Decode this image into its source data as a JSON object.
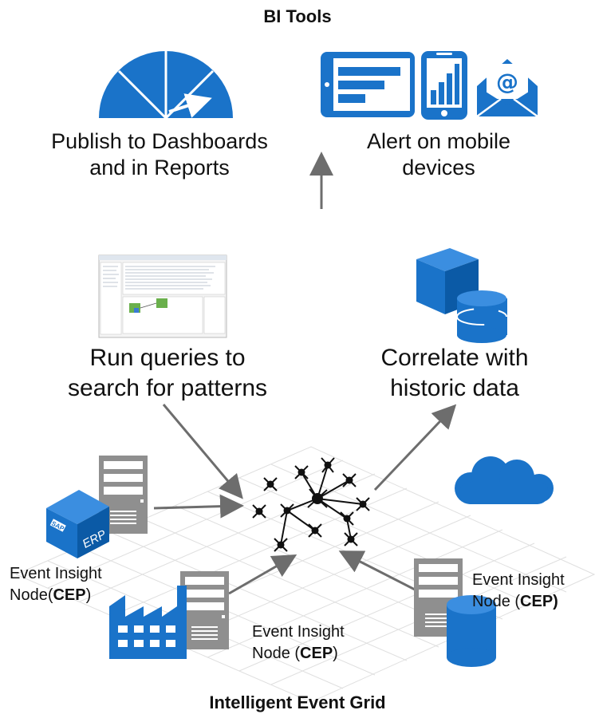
{
  "title_top": "BI Tools",
  "title_bottom": "Intelligent Event Grid",
  "captions": {
    "publish_line1": "Publish to Dashboards",
    "publish_line2": "and in Reports",
    "alert_line1": "Alert on mobile",
    "alert_line2": "devices",
    "queries_line1": "Run queries to",
    "queries_line2": "search for patterns",
    "correlate_line1": "Correlate  with",
    "correlate_line2": "historic data"
  },
  "nodes": {
    "left": {
      "line1": "Event Insight",
      "prefix": "Node(",
      "bold": "CEP",
      "suffix": ")"
    },
    "middle": {
      "line1": "Event Insight",
      "prefix": "Node (",
      "bold": "CEP",
      "suffix": ")"
    },
    "right": {
      "line1": "Event Insight",
      "prefix": "Node (",
      "bold": "CEP)",
      "suffix": ""
    }
  },
  "erp_badge": {
    "sap": "SAP",
    "erp": "ERP"
  },
  "icons": [
    "gauge-icon",
    "tablet-icon",
    "phone-icon",
    "email-icon",
    "screenshot-thumbnail",
    "database-cube-icon",
    "cloud-icon",
    "server-icon",
    "erp-cube-icon",
    "factory-icon",
    "database-icon",
    "event-network-icon"
  ],
  "colors": {
    "accent": "#1a73c9",
    "accent_dark": "#0b5aa6",
    "server": "#8f8f8f",
    "arrow": "#6d6d6d",
    "grid": "#d9d9d9"
  }
}
